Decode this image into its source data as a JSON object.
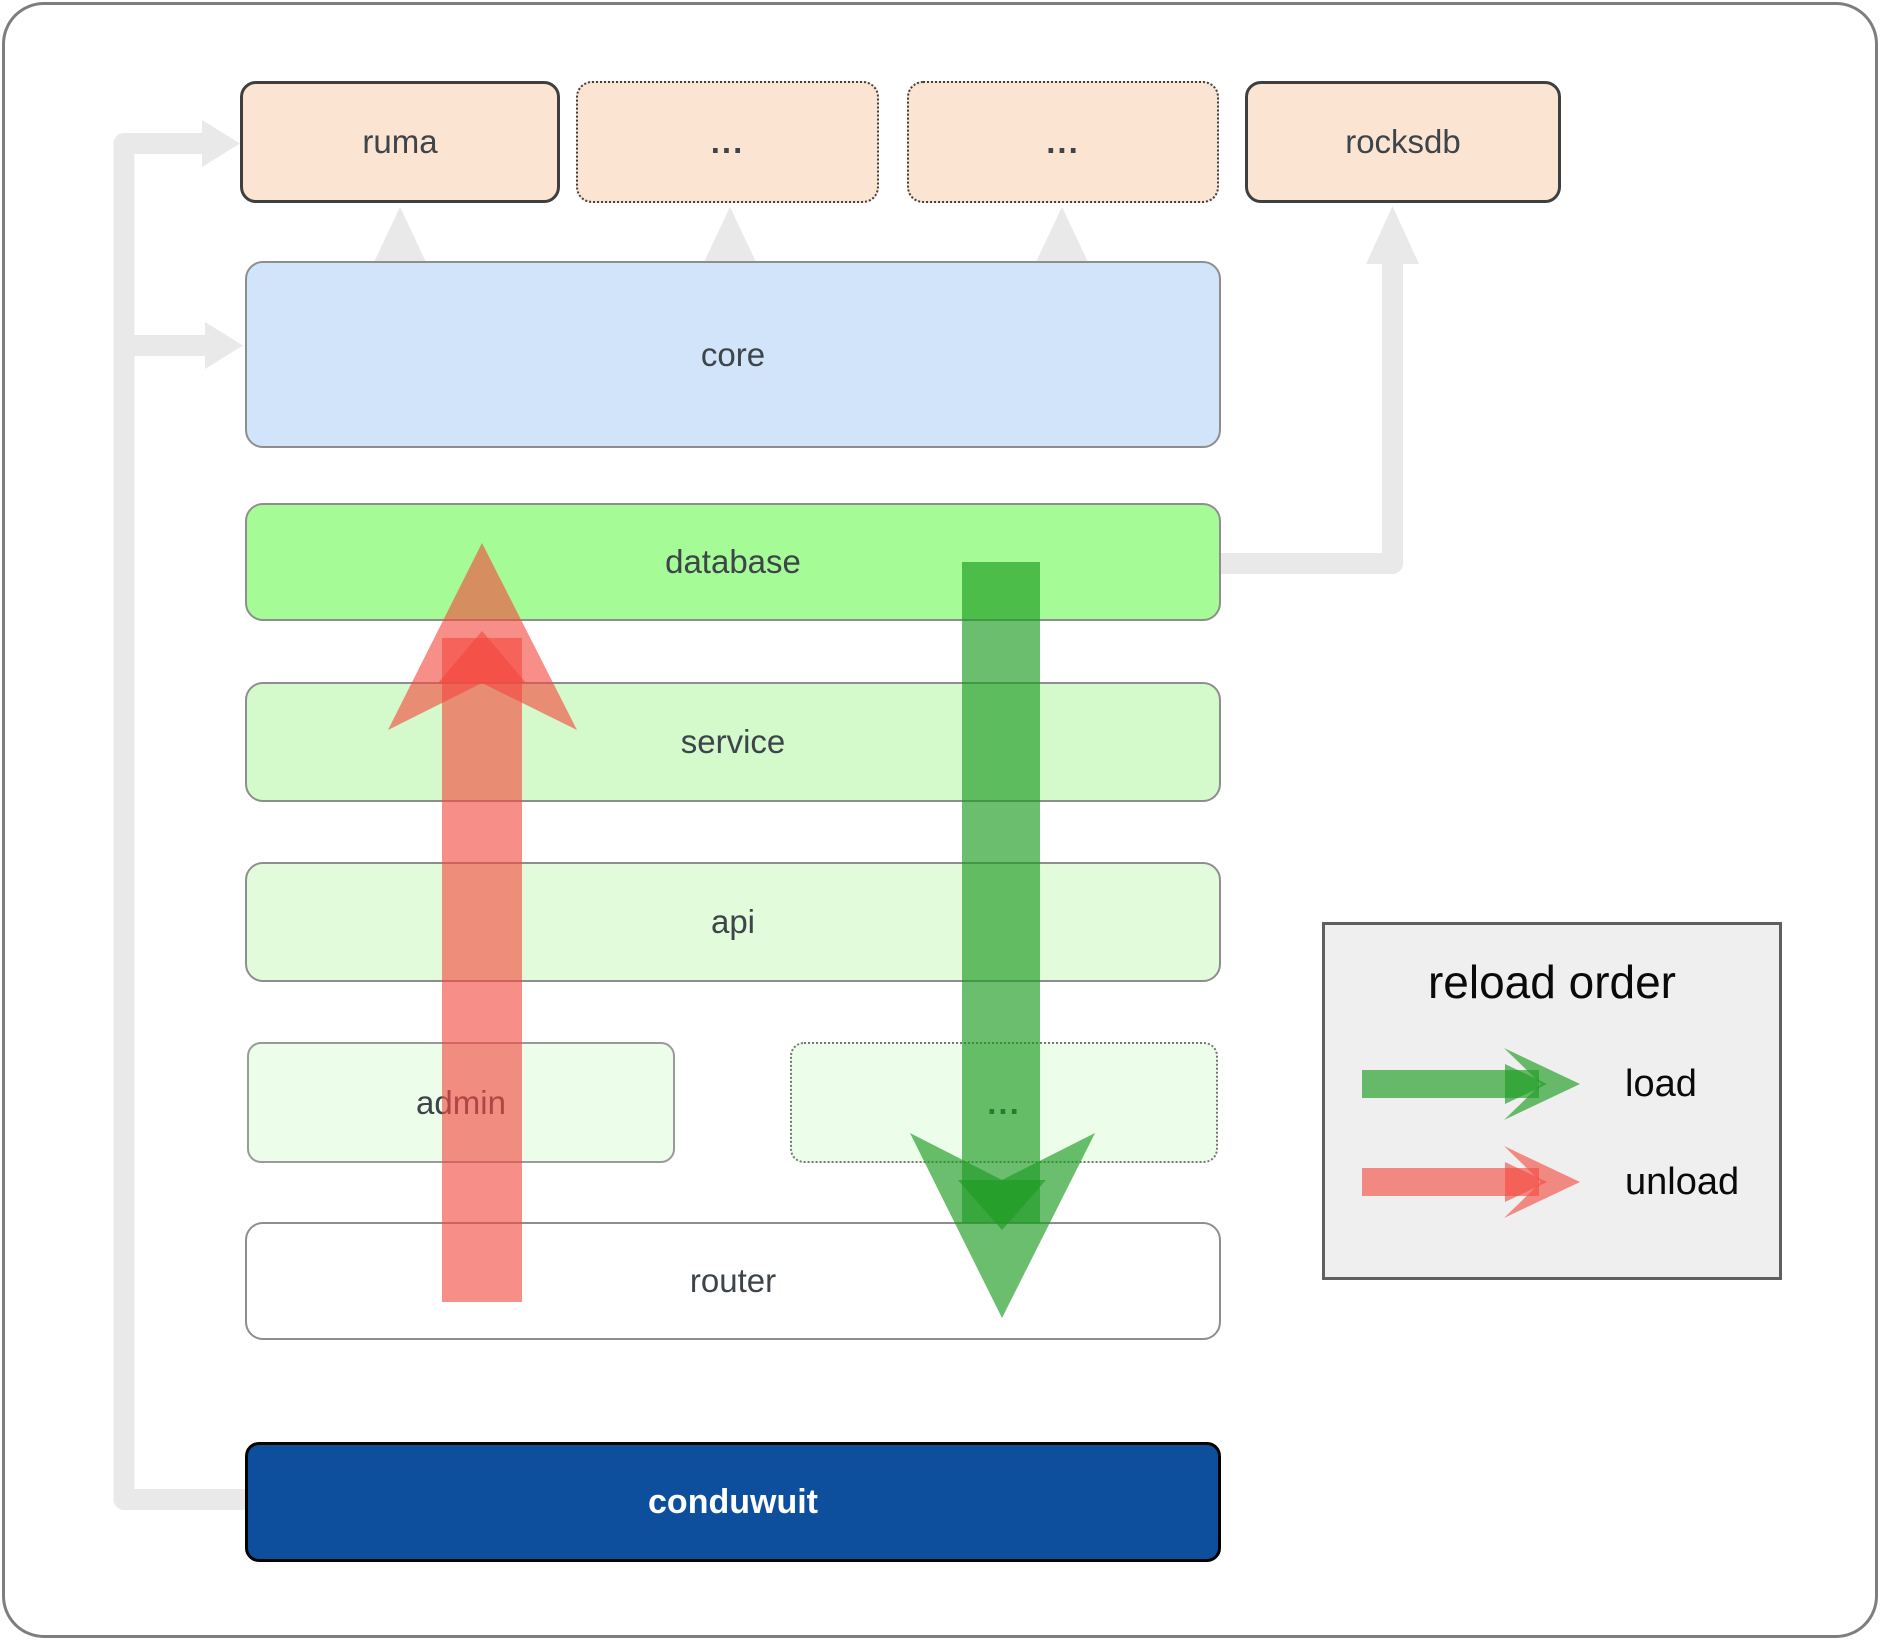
{
  "diagram": {
    "boxes": {
      "ruma": {
        "label": "ruma",
        "border": "solid"
      },
      "dots1": {
        "label": "...",
        "border": "dotted"
      },
      "dots2": {
        "label": "...",
        "border": "dotted"
      },
      "rocksdb": {
        "label": "rocksdb",
        "border": "solid"
      },
      "core": {
        "label": "core"
      },
      "database": {
        "label": "database"
      },
      "service": {
        "label": "service"
      },
      "api": {
        "label": "api"
      },
      "admin": {
        "label": "admin"
      },
      "dots3": {
        "label": "...",
        "border": "dotted"
      },
      "router": {
        "label": "router"
      },
      "conduwuit": {
        "label": "conduwuit"
      }
    },
    "legend": {
      "title": "reload order",
      "load_label": "load",
      "unload_label": "unload"
    },
    "colors": {
      "load_arrow": "#1d9b22",
      "unload_arrow": "#f4493f",
      "connector_gray": "#e9e9e9",
      "peach_fill": "#fce4d2",
      "core_fill": "#d2e4f9",
      "database_fill": "#a5fb96",
      "service_fill": "#d4f9cb",
      "api_fill": "#e2fbda",
      "admin_fill": "#ecfdea",
      "router_fill": "#ffffff",
      "conduwuit_fill": "#0d4f9c",
      "legend_bg": "#efefef"
    }
  }
}
